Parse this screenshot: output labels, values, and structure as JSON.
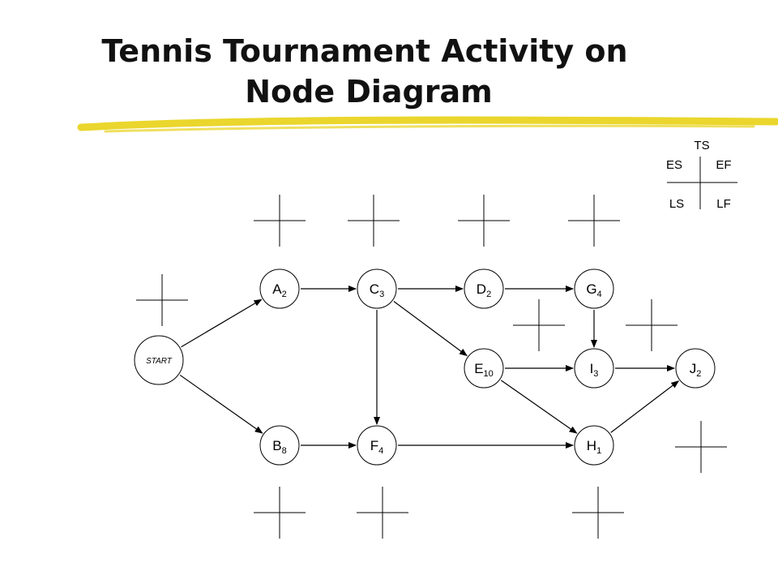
{
  "title": {
    "line1": "Tennis Tournament Activity on",
    "line2": "Node Diagram"
  },
  "colors": {
    "accent_stroke": "#e8d21a",
    "node_stroke": "#000000",
    "line": "#000000"
  },
  "legend": {
    "ts": "TS",
    "es": "ES",
    "ef": "EF",
    "ls": "LS",
    "lf": "LF"
  },
  "start_node": {
    "label": "START"
  },
  "nodes": [
    {
      "id": "A",
      "letter": "A",
      "sub": "2"
    },
    {
      "id": "B",
      "letter": "B",
      "sub": "8"
    },
    {
      "id": "C",
      "letter": "C",
      "sub": "3"
    },
    {
      "id": "D",
      "letter": "D",
      "sub": "2"
    },
    {
      "id": "E",
      "letter": "E",
      "sub": "10"
    },
    {
      "id": "F",
      "letter": "F",
      "sub": "4"
    },
    {
      "id": "G",
      "letter": "G",
      "sub": "4"
    },
    {
      "id": "H",
      "letter": "H",
      "sub": "1"
    },
    {
      "id": "I",
      "letter": "I",
      "sub": "3"
    },
    {
      "id": "J",
      "letter": "J",
      "sub": "2"
    }
  ],
  "edges": [
    [
      "START",
      "A"
    ],
    [
      "START",
      "B"
    ],
    [
      "A",
      "C"
    ],
    [
      "C",
      "D"
    ],
    [
      "C",
      "E"
    ],
    [
      "C",
      "F"
    ],
    [
      "D",
      "G"
    ],
    [
      "G",
      "I"
    ],
    [
      "E",
      "I"
    ],
    [
      "E",
      "H"
    ],
    [
      "I",
      "J"
    ],
    [
      "B",
      "F"
    ],
    [
      "F",
      "H"
    ],
    [
      "H",
      "J"
    ]
  ]
}
